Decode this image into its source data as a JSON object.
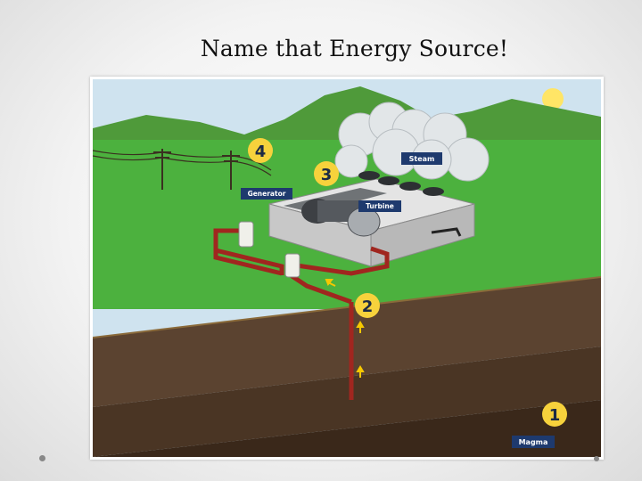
{
  "slide": {
    "title": "Name that Energy Source!"
  },
  "diagram": {
    "labels": {
      "steam": "Steam",
      "generator": "Generator",
      "turbine": "Turbine",
      "magma": "Magma"
    },
    "steps": [
      "4",
      "3",
      "2",
      "1"
    ]
  }
}
